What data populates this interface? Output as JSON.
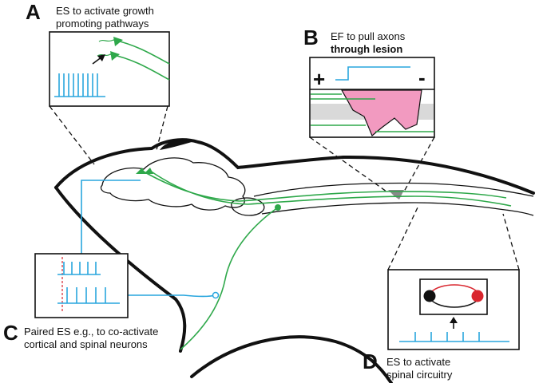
{
  "panels": {
    "a": {
      "letter": "A",
      "caption_line_1": "ES to activate growth",
      "caption_line_2": "promoting pathways"
    },
    "b": {
      "letter": "B",
      "caption_line_1": "EF to pull axons",
      "caption_line_2": "through lesion",
      "plus_symbol": "+",
      "minus_symbol": "-"
    },
    "c": {
      "letter": "C",
      "caption_line_1": "Paired ES e.g., to co-activate",
      "caption_line_2": "cortical and spinal neurons"
    },
    "d": {
      "letter": "D",
      "caption_line_1": "ES to activate",
      "caption_line_2": "spinal circuitry"
    }
  },
  "colors": {
    "axon_green": "#2ea84a",
    "stimulation_blue": "#29a6de",
    "lesion_pink": "#f29ac0",
    "neuron_red": "#d9262e",
    "outline_black": "#111111"
  }
}
